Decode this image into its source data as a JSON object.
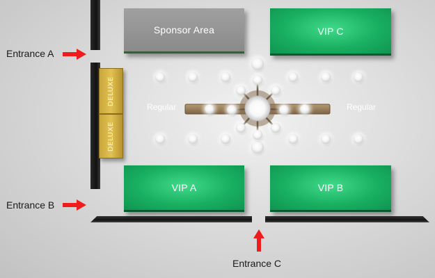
{
  "areas": {
    "sponsor": "Sponsor Area",
    "vip_c": "VIP C",
    "vip_a": "VIP A",
    "vip_b": "VIP B",
    "deluxe_top": "DELUXE",
    "deluxe_bottom": "DELUXE",
    "regular_left": "Regular",
    "regular_right": "Regular"
  },
  "entrances": {
    "a": "Entrance A",
    "b": "Entrance B",
    "c": "Entrance C"
  },
  "colors": {
    "arrow": "#ee1c1c",
    "vip_green": "#19b062",
    "sponsor_grey": "#8f8f8f",
    "deluxe_gold": "#d4b244",
    "wall": "#1a1a1a"
  }
}
